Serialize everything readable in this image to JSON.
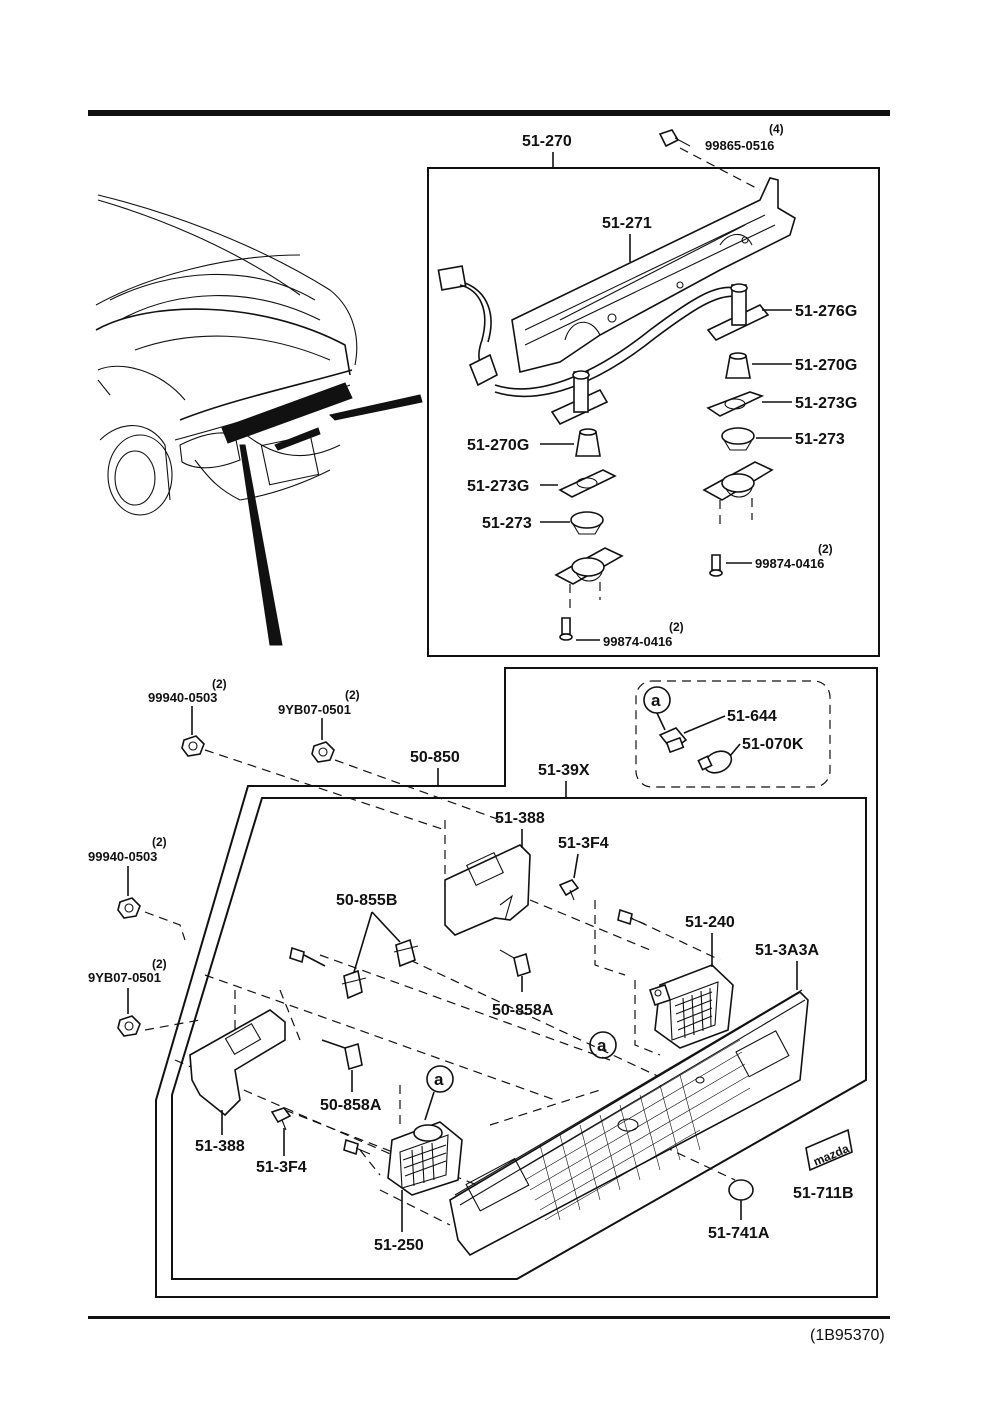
{
  "diagram_id": "(1B95370)",
  "callout_a": "a",
  "labels": {
    "p51_270": "51-270",
    "p51_271": "51-271",
    "p99865": "99865-0516",
    "q99865": "(4)",
    "p51_276G": "51-276G",
    "p51_270G_r": "51-270G",
    "p51_273G_r": "51-273G",
    "p51_273_r": "51-273",
    "p51_270G_l": "51-270G",
    "p51_273G_l": "51-273G",
    "p51_273_l": "51-273",
    "p99874_r": "99874-0416",
    "q99874_r": "(2)",
    "p99874_l": "99874-0416",
    "q99874_l": "(2)",
    "p99940_top": "99940-0503",
    "q99940_top": "(2)",
    "p9YB07_top": "9YB07-0501",
    "q9YB07_top": "(2)",
    "p50_850": "50-850",
    "p51_39X": "51-39X",
    "p51_644": "51-644",
    "p51_070K": "51-070K",
    "p99940_left": "99940-0503",
    "q99940_left": "(2)",
    "p9YB07_left": "9YB07-0501",
    "q9YB07_left": "(2)",
    "p51_388_top": "51-388",
    "p51_3F4_top": "51-3F4",
    "p50_855B": "50-855B",
    "p51_240": "51-240",
    "p51_3A3A": "51-3A3A",
    "p50_858A_r": "50-858A",
    "p50_858A_l": "50-858A",
    "p51_388_left": "51-388",
    "p51_3F4_left": "51-3F4",
    "p51_250": "51-250",
    "p51_741A": "51-741A",
    "p51_711B": "51-711B",
    "emblem_text": "mazda"
  }
}
